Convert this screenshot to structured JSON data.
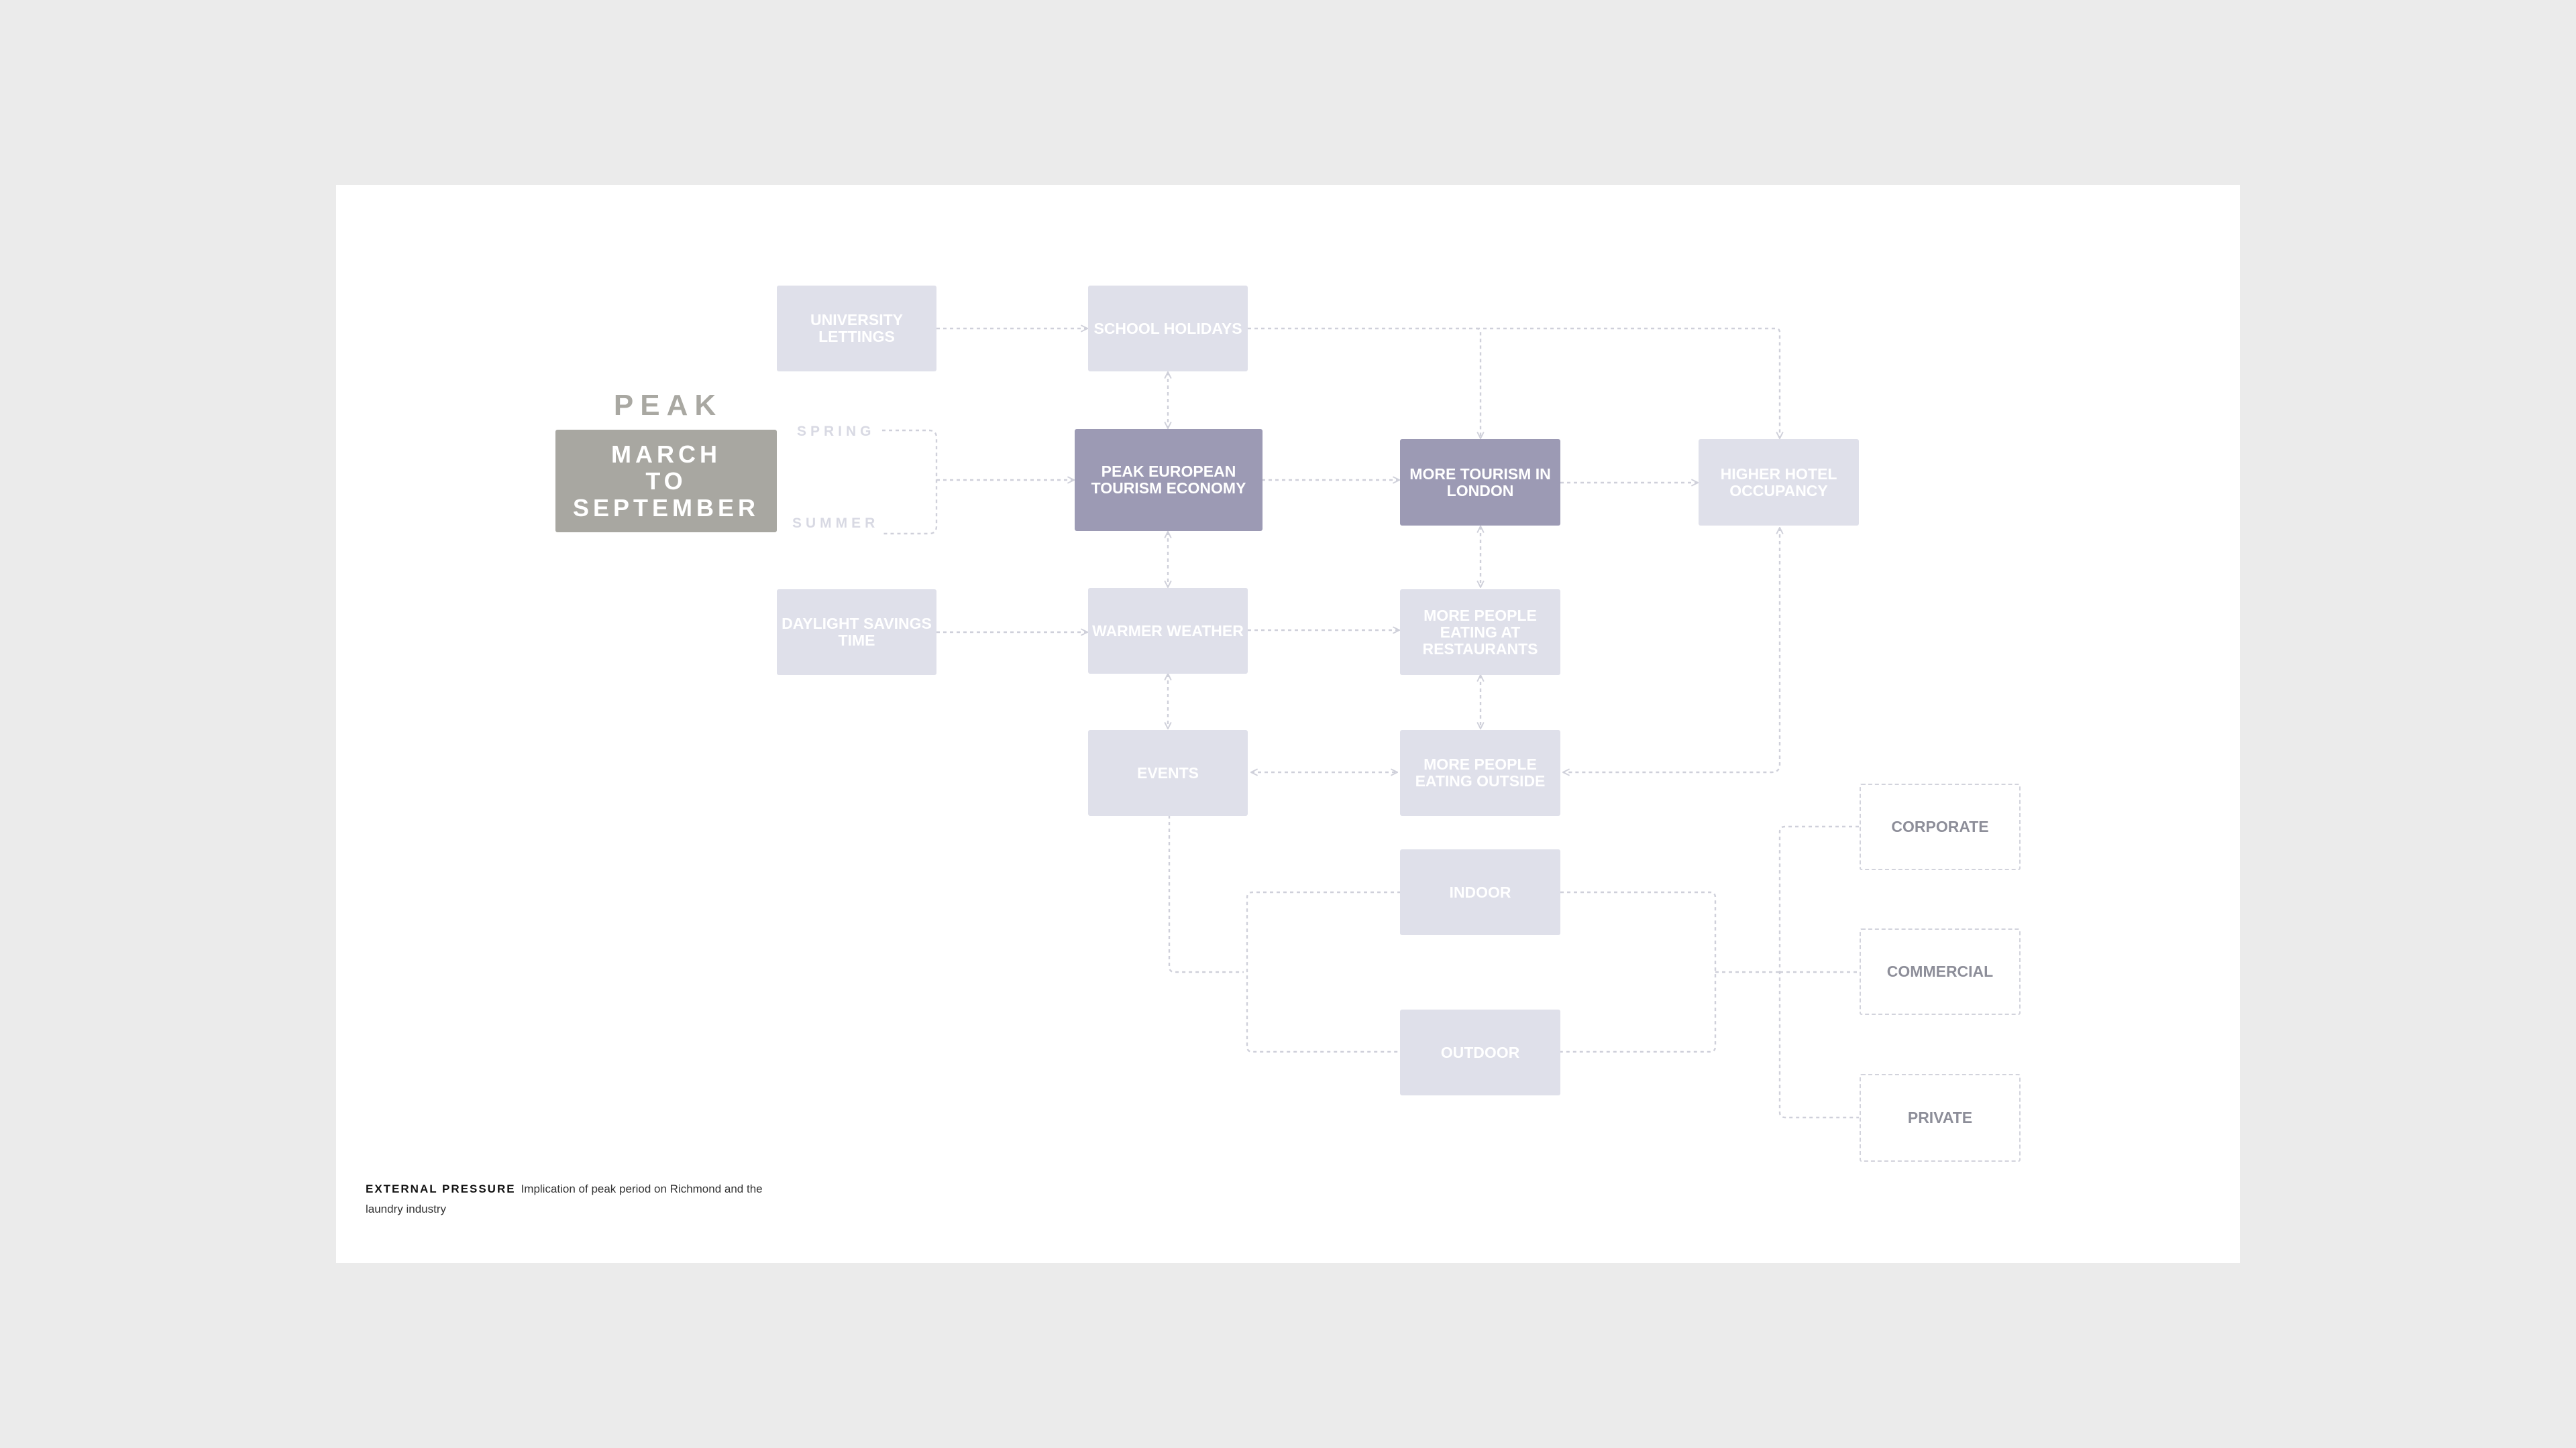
{
  "peak": {
    "heading": "PEAK",
    "period_lines": [
      "MARCH",
      "TO",
      "SEPTEMBER"
    ],
    "season_top": "SPRING",
    "season_bottom": "SUMMER"
  },
  "nodes": {
    "university_lettings": "UNIVERSITY LETTINGS",
    "school_holidays": "SCHOOL HOLIDAYS",
    "peak_european_tourism": "PEAK EUROPEAN TOURISM ECONOMY",
    "more_tourism_london": "MORE TOURISM IN LONDON",
    "higher_hotel_occupancy": "HIGHER HOTEL OCCUPANCY",
    "daylight_savings": "DAYLIGHT SAVINGS TIME",
    "warmer_weather": "WARMER WEATHER",
    "eating_restaurants": "MORE PEOPLE EATING AT RESTAURANTS",
    "events": "EVENTS",
    "eating_outside": "MORE PEOPLE EATING OUTSIDE",
    "indoor": "INDOOR",
    "outdoor": "OUTDOOR",
    "corporate": "CORPORATE",
    "commercial": "COMMERCIAL",
    "private": "PRIVATE"
  },
  "caption": {
    "label": "EXTERNAL PRESSURE",
    "text": "Implication of peak period on Richmond and the laundry industry"
  },
  "colors": {
    "background": "#ebebeb",
    "card": "#ffffff",
    "node_light": "#dfe0ea",
    "node_dark": "#9c9ab4",
    "peak_box": "#a8a7a1",
    "connector": "#cfd0da"
  }
}
